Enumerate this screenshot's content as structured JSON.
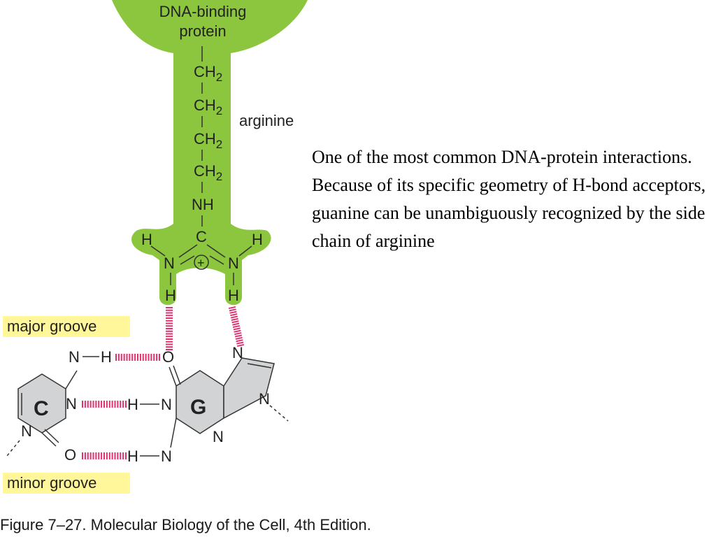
{
  "colors": {
    "protein_fill": "#8cc63f",
    "base_fill": "#d1d3d4",
    "hbond": "#e0306f",
    "highlight": "#fff799"
  },
  "labels": {
    "protein_line1": "DNA-binding",
    "protein_line2": "protein",
    "arginine": "arginine",
    "major_groove": "major groove",
    "minor_groove": "minor groove",
    "base_c": "C",
    "base_g": "G"
  },
  "chain": {
    "ch2": "CH",
    "sub2": "2",
    "nh": "NH",
    "c": "C",
    "n": "N",
    "h": "H",
    "o": "O",
    "plus": "+"
  },
  "description": "One of the most common DNA-protein interactions.  Because of its specific geometry of H-bond acceptors, guanine can be unambiguously recognized by the side chain of arginine",
  "caption": "Figure 7–27. Molecular Biology of the Cell, 4th Edition."
}
